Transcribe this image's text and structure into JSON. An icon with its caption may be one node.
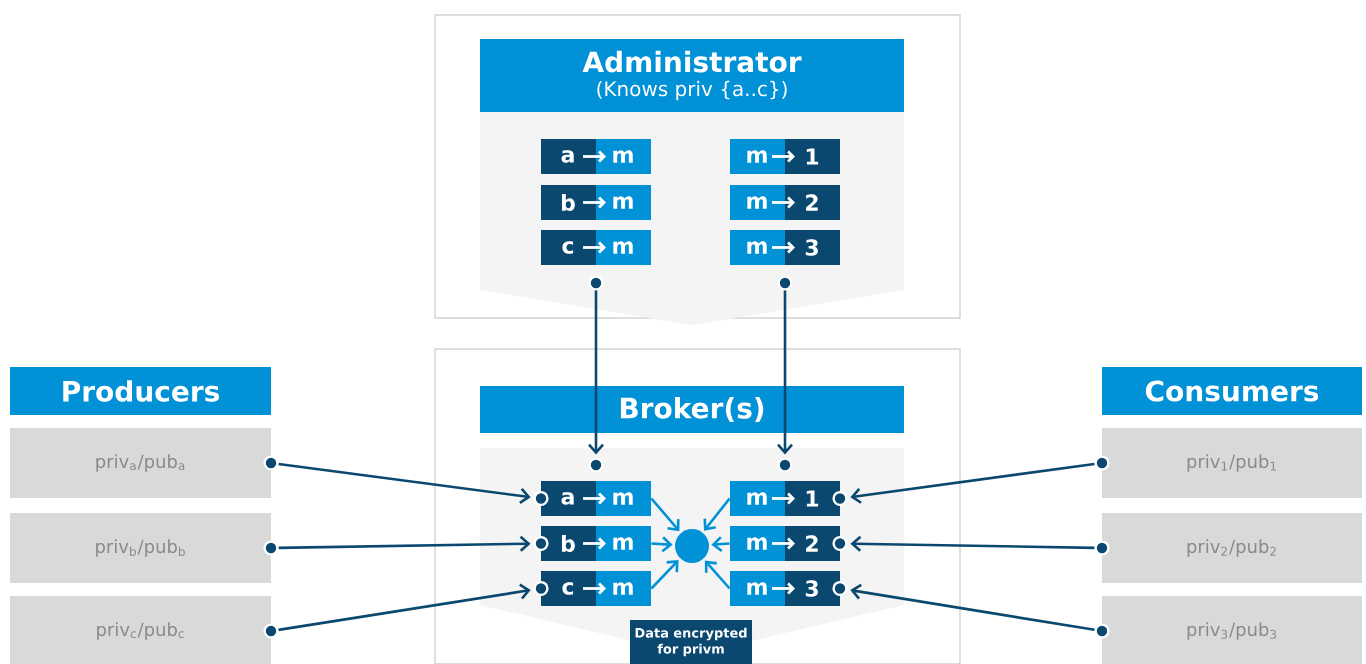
{
  "diagram": {
    "nodes": [
      {
        "text": [
          "Administrator",
          "(Knows priv {a..c})"
        ]
      },
      {
        "text": [
          "a",
          "m"
        ],
        "in": 0
      },
      {
        "text": [
          "b",
          "m"
        ],
        "in": 0
      },
      {
        "text": [
          "c",
          "m"
        ],
        "in": 0
      },
      {
        "text": [
          "m",
          "1"
        ],
        "in": 0
      },
      {
        "text": [
          "m",
          "2"
        ],
        "in": 0
      },
      {
        "text": [
          "m",
          "3"
        ],
        "in": 0
      },
      {
        "text": [
          "Broker(s)"
        ]
      },
      {
        "text": [
          "a",
          "m"
        ],
        "in": 7
      },
      {
        "text": [
          "b",
          "m"
        ],
        "in": 7
      },
      {
        "text": [
          "c",
          "m"
        ],
        "in": 7
      },
      {
        "text": [
          "m",
          "1"
        ],
        "in": 7
      },
      {
        "text": [
          "m",
          "2"
        ],
        "in": 7
      },
      {
        "text": [
          "m",
          "3"
        ],
        "in": 7
      },
      {
        "text": [],
        "shape": "circle",
        "in": 7
      },
      {
        "text": [
          "Data encrypted for privm"
        ],
        "in": 7
      },
      {
        "text": [
          "Producers"
        ]
      },
      {
        "text": [
          "priv$_{a}$/pub$_{a}$"
        ]
      },
      {
        "text": [
          "priv$_{b}$/pub$_{b}$"
        ]
      },
      {
        "text": [
          "priv$_{c}$/pub$_{c}$"
        ]
      },
      {
        "text": [
          "Consumers"
        ]
      },
      {
        "text": [
          "priv$_{1}$/pub$_{1}$"
        ]
      },
      {
        "text": [
          "priv$_{2}$/pub$_{2}$"
        ]
      },
      {
        "text": [
          "priv$_{3}$/pub$_{3}$"
        ]
      }
    ],
    "edges": [
      {
        "from": 3,
        "to": 8,
        "arrow": "to"
      },
      {
        "from": 6,
        "to": 11,
        "arrow": "to"
      },
      {
        "from": 17,
        "to": 8,
        "arrow": "to"
      },
      {
        "from": 18,
        "to": 9,
        "arrow": "to"
      },
      {
        "from": 19,
        "to": 10,
        "arrow": "to"
      },
      {
        "from": 21,
        "to": 11,
        "arrow": "to"
      },
      {
        "from": 22,
        "to": 12,
        "arrow": "to"
      },
      {
        "from": 23,
        "to": 13,
        "arrow": "to"
      },
      {
        "from": 8,
        "to": 14,
        "arrow": "to",
        "color": "#0091d7"
      },
      {
        "from": 9,
        "to": 14,
        "arrow": "to",
        "color": "#0091d7"
      },
      {
        "from": 10,
        "to": 14,
        "arrow": "to",
        "color": "#0091d7"
      },
      {
        "from": 11,
        "to": 14,
        "arrow": "to",
        "color": "#0091d7"
      },
      {
        "from": 12,
        "to": 14,
        "arrow": "to",
        "color": "#0091d7"
      },
      {
        "from": 13,
        "to": 14,
        "arrow": "to",
        "color": "#0091d7"
      }
    ]
  }
}
